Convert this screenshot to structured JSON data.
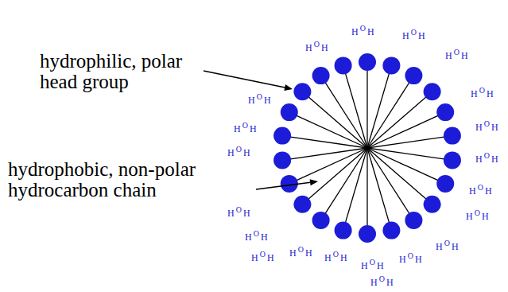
{
  "diagram": {
    "labels": [
      "hydrophilic, polar head group",
      "hydrophobic, non-polar hydrocarbon chain",
      "HOH",
      "HOH",
      "HOH",
      "HOH",
      "HOH",
      "HOH",
      "HOH",
      "HOH",
      "HOH",
      "HOH",
      "HOH",
      "HOH",
      "HOH",
      "HOH",
      "HOH",
      "HOH",
      "HOH",
      "HOH",
      "HOH",
      "HOH",
      "HOH"
    ]
  }
}
